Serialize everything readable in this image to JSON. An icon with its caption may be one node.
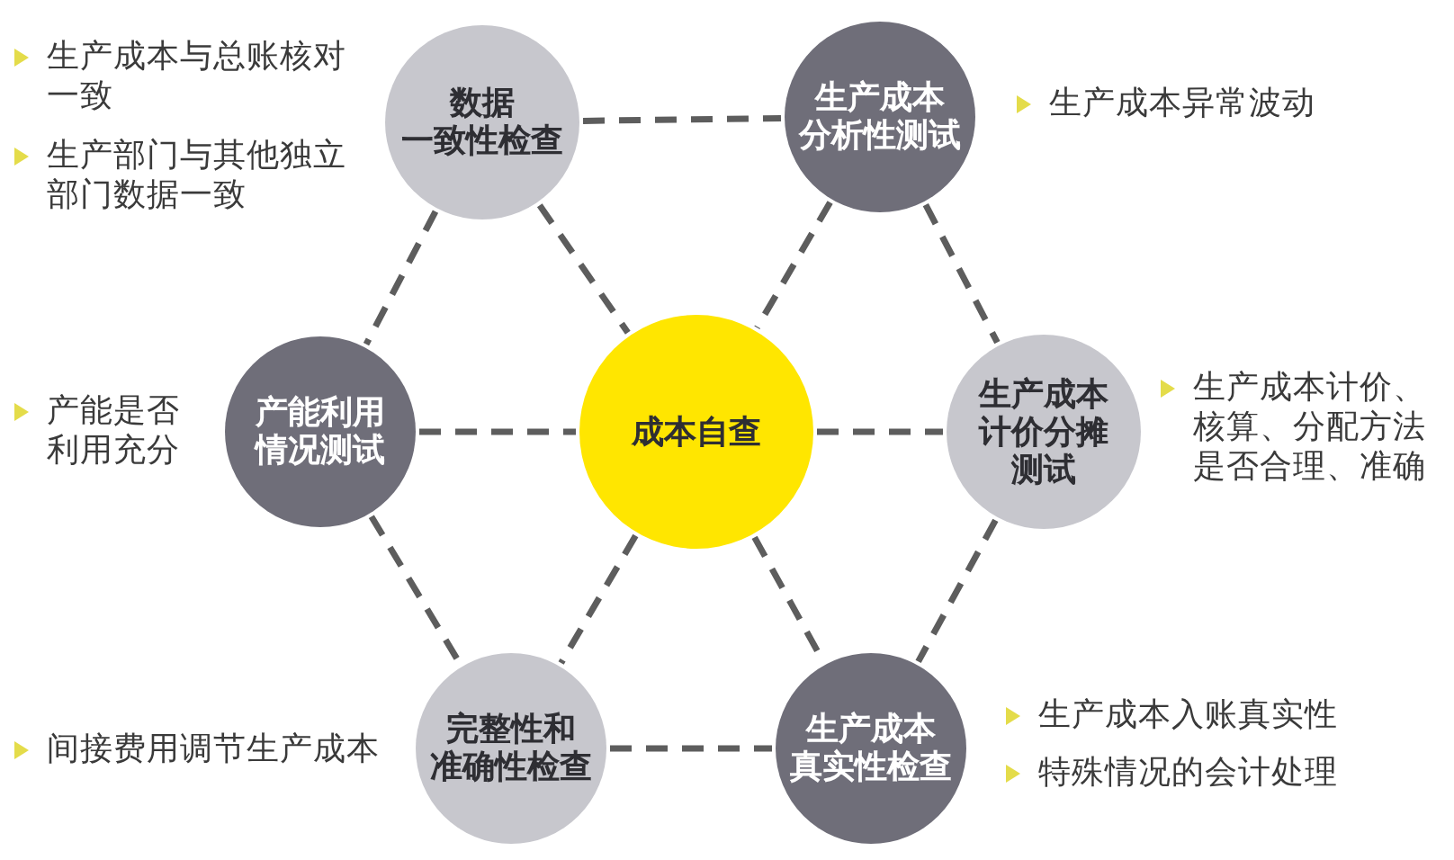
{
  "diagram": {
    "nodes": [
      {
        "text": [
          "数据一致性检查"
        ],
        "beside": [
          "生产成本与总账核对一致",
          "生产部门与其他独立部门数据一致"
        ]
      },
      {
        "text": [
          "生产成本分析性测试"
        ],
        "beside": [
          "生产成本异常波动"
        ]
      },
      {
        "text": [
          "产能利用情况测试"
        ],
        "beside": [
          "产能是否利用充分"
        ]
      },
      {
        "text": [
          "成本自查"
        ]
      },
      {
        "text": [
          "生产成本计价分摊测试"
        ],
        "beside": [
          "生产成本计价、核算、分配方法是否合理、准确"
        ]
      },
      {
        "text": [
          "完整性和准确性检查"
        ],
        "beside": [
          "间接费用调节生产成本"
        ]
      },
      {
        "text": [
          "生产成本真实性检查"
        ],
        "beside": [
          "生产成本入账真实性",
          "特殊情况的会计处理"
        ]
      }
    ],
    "edges": [
      {
        "from": 0,
        "to": 1,
        "arrow": "none",
        "style": "dashed"
      },
      {
        "from": 0,
        "to": 2,
        "arrow": "none",
        "style": "dashed"
      },
      {
        "from": 0,
        "to": 3,
        "arrow": "none",
        "style": "dashed"
      },
      {
        "from": 1,
        "to": 3,
        "arrow": "none",
        "style": "dashed"
      },
      {
        "from": 1,
        "to": 4,
        "arrow": "none",
        "style": "dashed"
      },
      {
        "from": 2,
        "to": 3,
        "arrow": "none",
        "style": "dashed"
      },
      {
        "from": 3,
        "to": 4,
        "arrow": "none",
        "style": "dashed"
      },
      {
        "from": 2,
        "to": 5,
        "arrow": "none",
        "style": "dashed"
      },
      {
        "from": 3,
        "to": 5,
        "arrow": "none",
        "style": "dashed"
      },
      {
        "from": 3,
        "to": 6,
        "arrow": "none",
        "style": "dashed"
      },
      {
        "from": 4,
        "to": 6,
        "arrow": "none",
        "style": "dashed"
      },
      {
        "from": 5,
        "to": 6,
        "arrow": "none",
        "style": "dashed"
      }
    ]
  }
}
